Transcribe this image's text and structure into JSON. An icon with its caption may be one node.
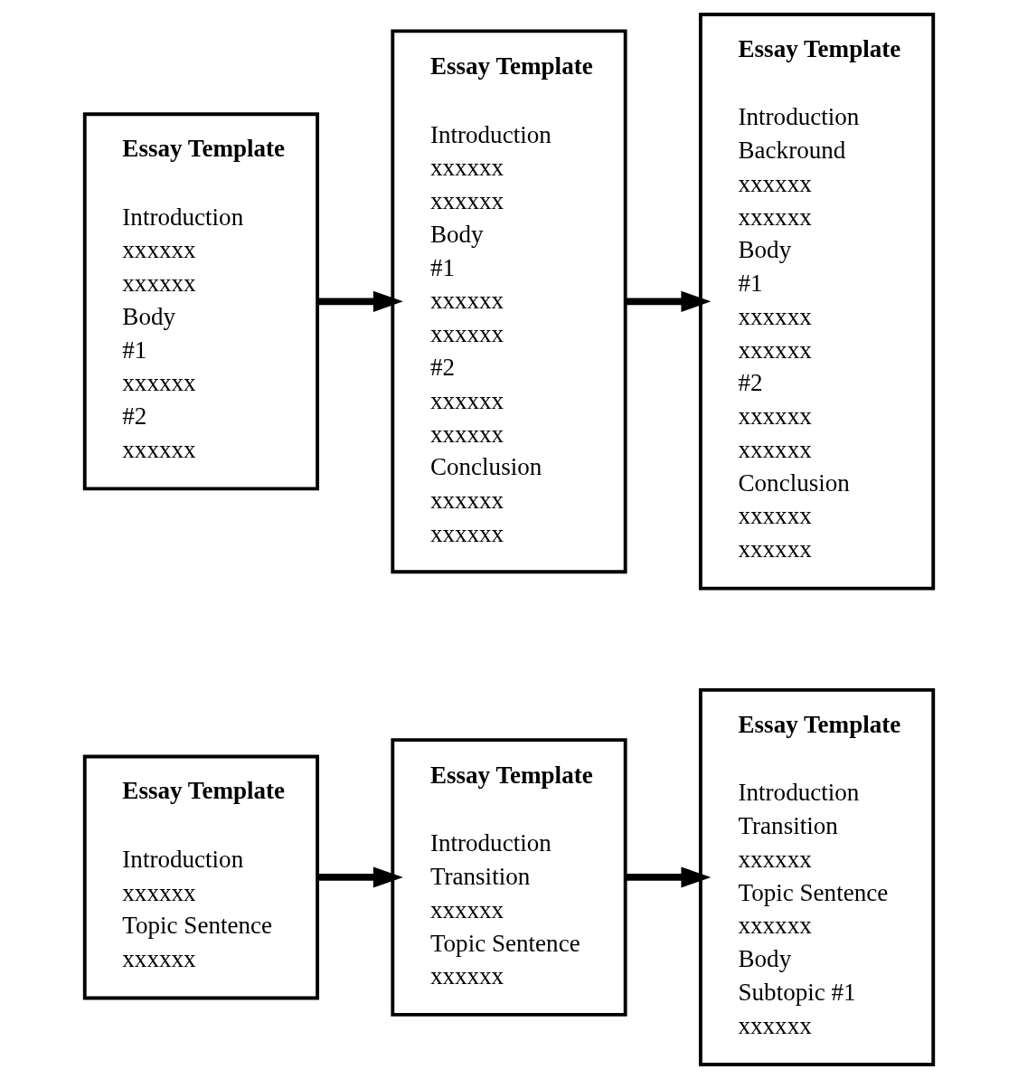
{
  "diagram": {
    "nodes": [
      {
        "text": [
          "Essay Template",
          "Introduction",
          "xxxxxx",
          "Topic Sentence",
          "xxxxxx"
        ]
      },
      {
        "text": [
          "Essay Template",
          "Introduction",
          "Transition",
          "xxxxxx",
          "Topic Sentence",
          "xxxxxx"
        ]
      },
      {
        "text": [
          "Essay Template",
          "Introduction",
          "Transition",
          "xxxxxx",
          "Topic Sentence",
          "xxxxxx",
          "Body",
          "Subtopic #1",
          "xxxxxx"
        ]
      },
      {
        "text": [
          "Essay Template",
          "Introduction",
          "xxxxxx",
          "xxxxxx",
          "Body",
          "#1",
          "xxxxxx",
          "#2",
          "xxxxxx"
        ]
      },
      {
        "text": [
          "Essay Template",
          "Introduction",
          "xxxxxx",
          "xxxxxx",
          "Body",
          "#1",
          "xxxxxx",
          "xxxxxx",
          "#2",
          "xxxxxx",
          "xxxxxx",
          "Conclusion",
          "xxxxxx",
          "xxxxxx"
        ]
      },
      {
        "text": [
          "Essay Template",
          "Introduction",
          "Backround",
          "xxxxxx",
          "xxxxxx",
          "Body",
          "#1",
          "xxxxxx",
          "xxxxxx",
          "#2",
          "xxxxxx",
          "xxxxxx",
          "Conclusion",
          "xxxxxx",
          "xxxxxx"
        ]
      }
    ],
    "edges": [
      {
        "from": 0,
        "to": 1,
        "arrow": "to"
      },
      {
        "from": 1,
        "to": 2,
        "arrow": "to"
      },
      {
        "from": 3,
        "to": 4,
        "arrow": "to"
      },
      {
        "from": 4,
        "to": 5,
        "arrow": "to"
      }
    ]
  }
}
